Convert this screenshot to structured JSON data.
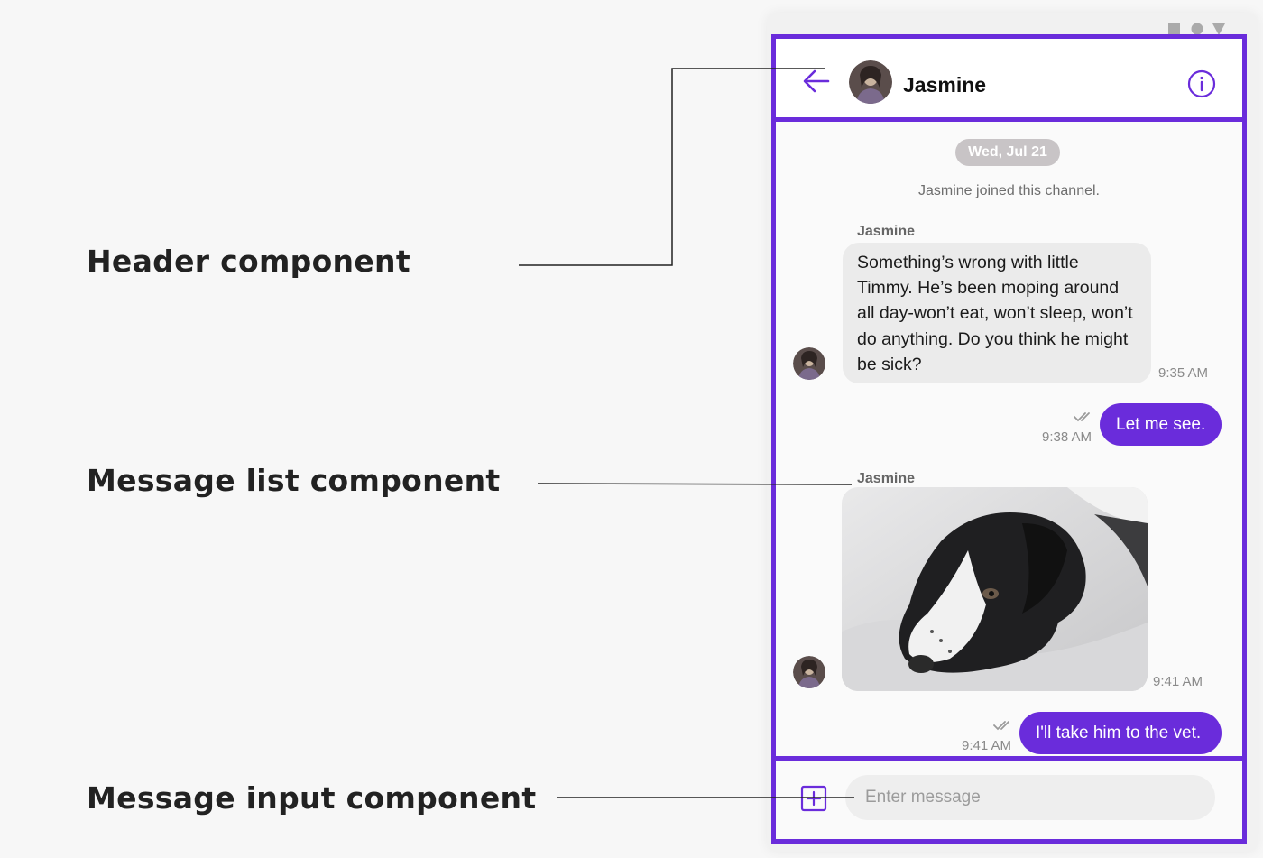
{
  "callouts": {
    "header": "Header component",
    "message_list": "Message list component",
    "message_input": "Message input component"
  },
  "colors": {
    "accent": "#6a2cdb",
    "incoming_bubble": "#ebebeb",
    "date_chip": "#c8c4c6",
    "page_background": "#f7f7f7"
  },
  "header": {
    "title": "Jasmine",
    "icons": [
      "arrow-left-icon",
      "avatar",
      "info-icon"
    ]
  },
  "message_list": {
    "date_separator": "Wed, Jul 21",
    "system_message": "Jasmine joined this channel.",
    "messages": [
      {
        "direction": "incoming",
        "sender": "Jasmine",
        "lines": [
          "Something’s wrong with little",
          "Timmy. He’s been moping around",
          "all day-won’t eat, won’t sleep, won’t",
          "do anything. Do you think he might",
          "be sick?"
        ],
        "time": "9:35 AM"
      },
      {
        "direction": "outgoing",
        "text": "Let me see.",
        "time": "9:38 AM",
        "status": "read"
      },
      {
        "direction": "incoming",
        "sender": "Jasmine",
        "attachment": "dog-photo",
        "time": "9:41 AM"
      },
      {
        "direction": "outgoing",
        "text": "I'll take him to the vet.",
        "time": "9:41 AM",
        "status": "read"
      }
    ]
  },
  "message_input": {
    "placeholder": "Enter message",
    "value": "",
    "attach_icon": "plus-square-icon"
  }
}
